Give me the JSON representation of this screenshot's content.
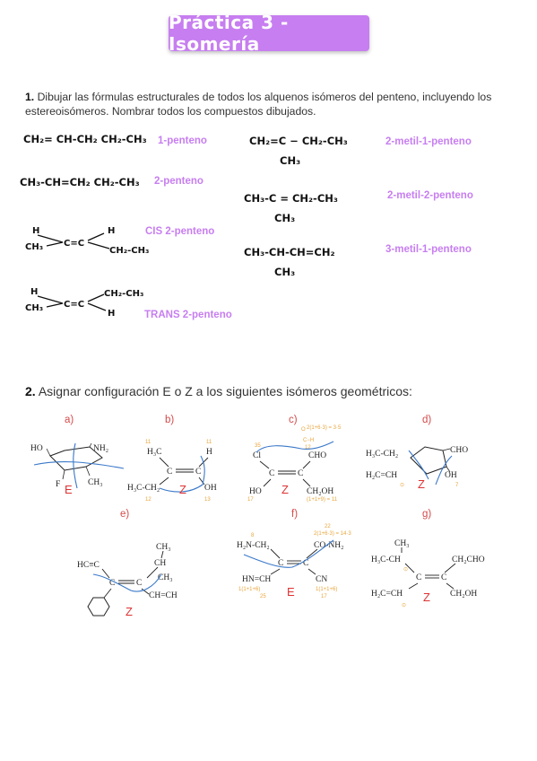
{
  "title": "Práctica 3 - Isomería",
  "q1": {
    "number": "1.",
    "text": "Dibujar las fórmulas estructurales de todos los alquenos isómeros del penteno, incluyendo los estereoisómeros. Nombrar todos los compuestos dibujados."
  },
  "compounds": [
    {
      "formula": "CH₂= CH-CH₂ CH₂-CH₃",
      "name": "1-penteno"
    },
    {
      "formula": "CH₃-CH=CH₂ CH₂-CH₃",
      "name": "2-penteno"
    },
    {
      "name": "CIS 2-penteno"
    },
    {
      "name": "TRANS 2-penteno"
    },
    {
      "formula": "CH₂=C − CH₂-CH₃",
      "branch": "CH₃",
      "name": "2-metil-1-penteno"
    },
    {
      "formula": "CH₃-C = CH₂-CH₃",
      "branch": "CH₃",
      "name": "2-metil-2-penteno"
    },
    {
      "formula": "CH₃-CH-CH=CH₂",
      "branch": "CH₃",
      "name": "3-metil-1-penteno"
    }
  ],
  "q2": {
    "number": "2.",
    "text": "Asignar configuración E o Z a los siguientes isómeros geométricos:"
  },
  "isomers": [
    {
      "label": "a)",
      "answer": "E"
    },
    {
      "label": "b)",
      "answer": "Z"
    },
    {
      "label": "c)",
      "answer": "Z"
    },
    {
      "label": "d)",
      "answer": "Z"
    },
    {
      "label": "e)",
      "answer": "Z"
    },
    {
      "label": "f)",
      "answer": "E"
    },
    {
      "label": "g)",
      "answer": "Z"
    }
  ],
  "colors": {
    "accent": "#c77ef0",
    "label_red": "#d44a4a",
    "annotation_orange": "#e8a53c",
    "sketch_blue": "#3a78c9"
  }
}
